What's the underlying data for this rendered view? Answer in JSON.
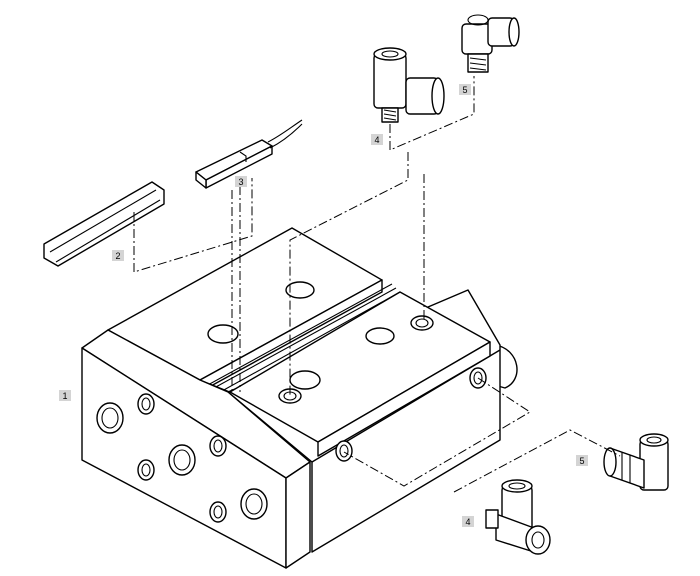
{
  "callouts": [
    {
      "id": "c1",
      "text": "1"
    },
    {
      "id": "c2",
      "text": "2"
    },
    {
      "id": "c3",
      "text": "3"
    },
    {
      "id": "c4a",
      "text": "4"
    },
    {
      "id": "c5a",
      "text": "5"
    },
    {
      "id": "c4b",
      "text": "4"
    },
    {
      "id": "c5b",
      "text": "5"
    }
  ]
}
